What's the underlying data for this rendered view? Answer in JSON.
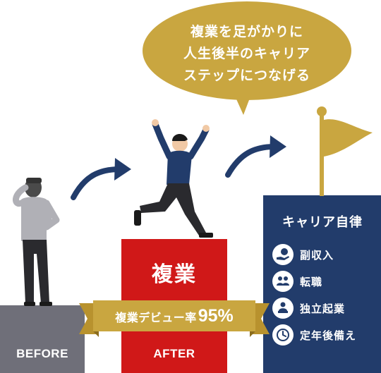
{
  "bubble": {
    "lines": [
      "複業を足がかりに",
      "人生後半のキャリア",
      "ステップにつなげる"
    ]
  },
  "stages": {
    "before_label": "BEFORE",
    "after_label": "AFTER",
    "fukugyo_title": "複業"
  },
  "ribbon": {
    "label": "複業デビュー率",
    "value": "95%"
  },
  "career": {
    "title": "キャリア自律",
    "items": [
      {
        "label": "副収入",
        "icon": "hand-coin-icon"
      },
      {
        "label": "転職",
        "icon": "people-swap-icon"
      },
      {
        "label": "独立起業",
        "icon": "person-laptop-icon"
      },
      {
        "label": "定年後備え",
        "icon": "clock-piggy-icon"
      }
    ]
  },
  "colors": {
    "gold": "#c9a640",
    "navy": "#223c6b",
    "red": "#d01818",
    "gray_block": "#6f6f79",
    "arrow": "#223c6b"
  }
}
